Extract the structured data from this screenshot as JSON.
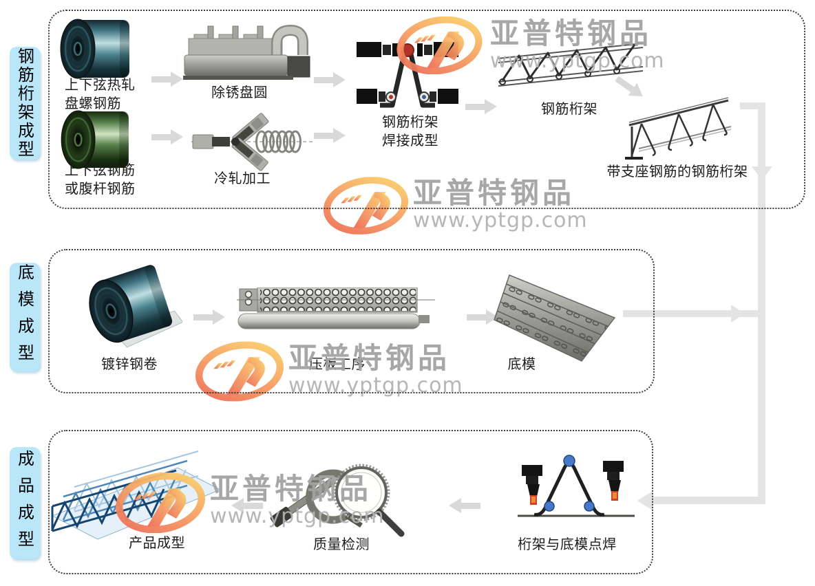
{
  "watermark": {
    "brand": "亚普特钢品",
    "url": "www.yptgp.com"
  },
  "side_labels": [
    {
      "text": "钢筋桁架成型"
    },
    {
      "text": "底模成型"
    },
    {
      "text": "成品成型"
    }
  ],
  "captions": {
    "coil_hot": "上下弦热轧\n盘螺钢筋",
    "derust": "除锈盘圆",
    "coil_web": "上下弦钢筋\n或腹杆钢筋",
    "cold_roll": "冷轧加工",
    "weld_form": "钢筋桁架\n焊接成型",
    "truss": "钢筋桁架",
    "truss_support": "带支座钢筋的钢筋桁架",
    "galv_coil": "镀锌钢卷",
    "press": "压板工序",
    "bottom_mold": "底模",
    "product": "产品成型",
    "quality": "质量检测",
    "spot_weld": "桁架与底模点焊"
  },
  "colors": {
    "label_bg": "#b9e6f8",
    "arrow": "#d9d9d9",
    "connector": "#e4e4e4",
    "watermark_text": "#a3a3a3",
    "watermark_url": "#b3b3b3",
    "logo_orange": "#ee6a55",
    "logo_yellow": "#fcd76c"
  }
}
